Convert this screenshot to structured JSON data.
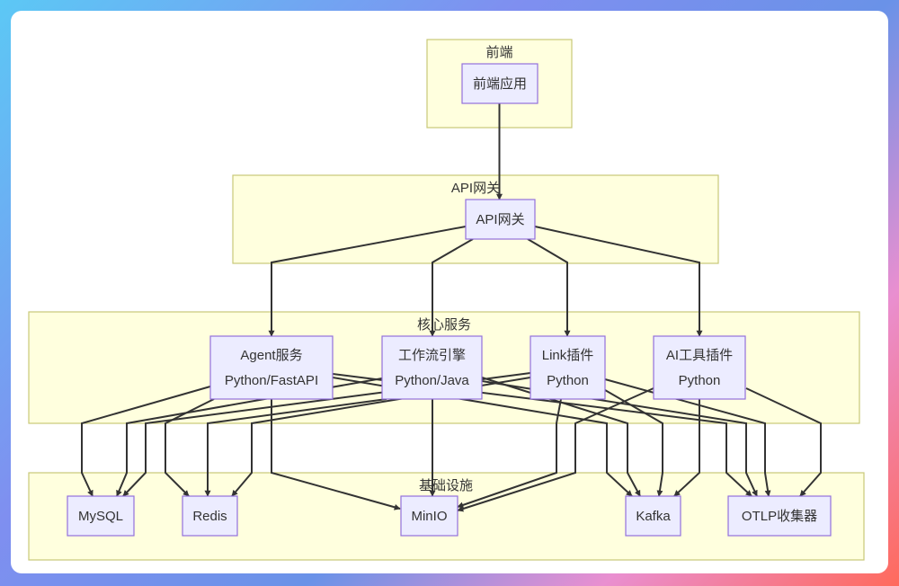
{
  "diagram": {
    "type": "architecture-flowchart",
    "clusters": [
      {
        "id": "frontend",
        "label": "前端"
      },
      {
        "id": "gateway",
        "label": "API网关"
      },
      {
        "id": "core",
        "label": "核心服务"
      },
      {
        "id": "infra",
        "label": "基础设施"
      }
    ],
    "nodes": [
      {
        "id": "fe",
        "cluster": "frontend",
        "lines": [
          "前端应用"
        ]
      },
      {
        "id": "gw",
        "cluster": "gateway",
        "lines": [
          "API网关"
        ]
      },
      {
        "id": "agent",
        "cluster": "core",
        "lines": [
          "Agent服务",
          "Python/FastAPI"
        ]
      },
      {
        "id": "wf",
        "cluster": "core",
        "lines": [
          "工作流引擎",
          "Python/Java"
        ]
      },
      {
        "id": "link",
        "cluster": "core",
        "lines": [
          "Link插件",
          "Python"
        ]
      },
      {
        "id": "ai",
        "cluster": "core",
        "lines": [
          "AI工具插件",
          "Python"
        ]
      },
      {
        "id": "mysql",
        "cluster": "infra",
        "lines": [
          "MySQL"
        ]
      },
      {
        "id": "redis",
        "cluster": "infra",
        "lines": [
          "Redis"
        ]
      },
      {
        "id": "minio",
        "cluster": "infra",
        "lines": [
          "MinIO"
        ]
      },
      {
        "id": "kafka",
        "cluster": "infra",
        "lines": [
          "Kafka"
        ]
      },
      {
        "id": "otlp",
        "cluster": "infra",
        "lines": [
          "OTLP收集器"
        ]
      }
    ],
    "edges": [
      {
        "from": "fe",
        "to": "gw"
      },
      {
        "from": "gw",
        "to": "agent"
      },
      {
        "from": "gw",
        "to": "wf"
      },
      {
        "from": "gw",
        "to": "link"
      },
      {
        "from": "gw",
        "to": "ai"
      },
      {
        "from": "agent",
        "to": "mysql"
      },
      {
        "from": "agent",
        "to": "redis"
      },
      {
        "from": "agent",
        "to": "minio"
      },
      {
        "from": "agent",
        "to": "kafka"
      },
      {
        "from": "agent",
        "to": "otlp"
      },
      {
        "from": "wf",
        "to": "mysql"
      },
      {
        "from": "wf",
        "to": "redis"
      },
      {
        "from": "wf",
        "to": "minio"
      },
      {
        "from": "wf",
        "to": "kafka"
      },
      {
        "from": "wf",
        "to": "otlp"
      },
      {
        "from": "link",
        "to": "mysql"
      },
      {
        "from": "link",
        "to": "redis"
      },
      {
        "from": "link",
        "to": "minio"
      },
      {
        "from": "link",
        "to": "kafka"
      },
      {
        "from": "link",
        "to": "otlp"
      },
      {
        "from": "ai",
        "to": "minio"
      },
      {
        "from": "ai",
        "to": "kafka"
      },
      {
        "from": "ai",
        "to": "otlp"
      }
    ]
  },
  "colors": {
    "cluster_fill": "#ffffde",
    "cluster_stroke": "#c8c878",
    "node_fill": "#ececff",
    "node_stroke": "#9370db",
    "edge": "#333333"
  }
}
